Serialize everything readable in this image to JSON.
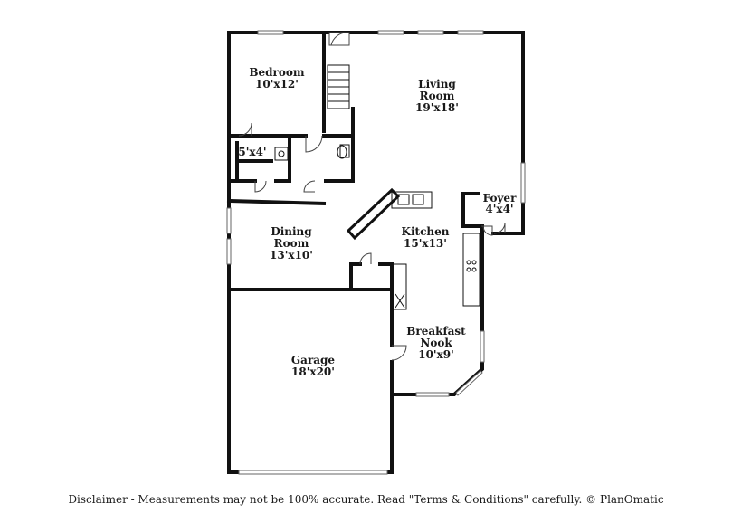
{
  "rooms": {
    "bedroom": {
      "name": "Bedroom",
      "dim": "10'x12'"
    },
    "closet": {
      "dim": "5'x4'"
    },
    "living": {
      "name1": "Living",
      "name2": "Room",
      "dim": "19'x18'"
    },
    "foyer": {
      "name": "Foyer",
      "dim": "4'x4'"
    },
    "kitchen": {
      "name": "Kitchen",
      "dim": "15'x13'"
    },
    "dining": {
      "name1": "Dining",
      "name2": "Room",
      "dim": "13'x10'"
    },
    "nook": {
      "name1": "Breakfast",
      "name2": "Nook",
      "dim": "10'x9'"
    },
    "garage": {
      "name": "Garage",
      "dim": "18'x20'"
    }
  },
  "disclaimer": "Disclaimer - Measurements may not be 100% accurate. Read \"Terms & Conditions\" carefully. © PlanOmatic",
  "colors": {
    "wall": "#111111",
    "background": "#ffffff"
  }
}
